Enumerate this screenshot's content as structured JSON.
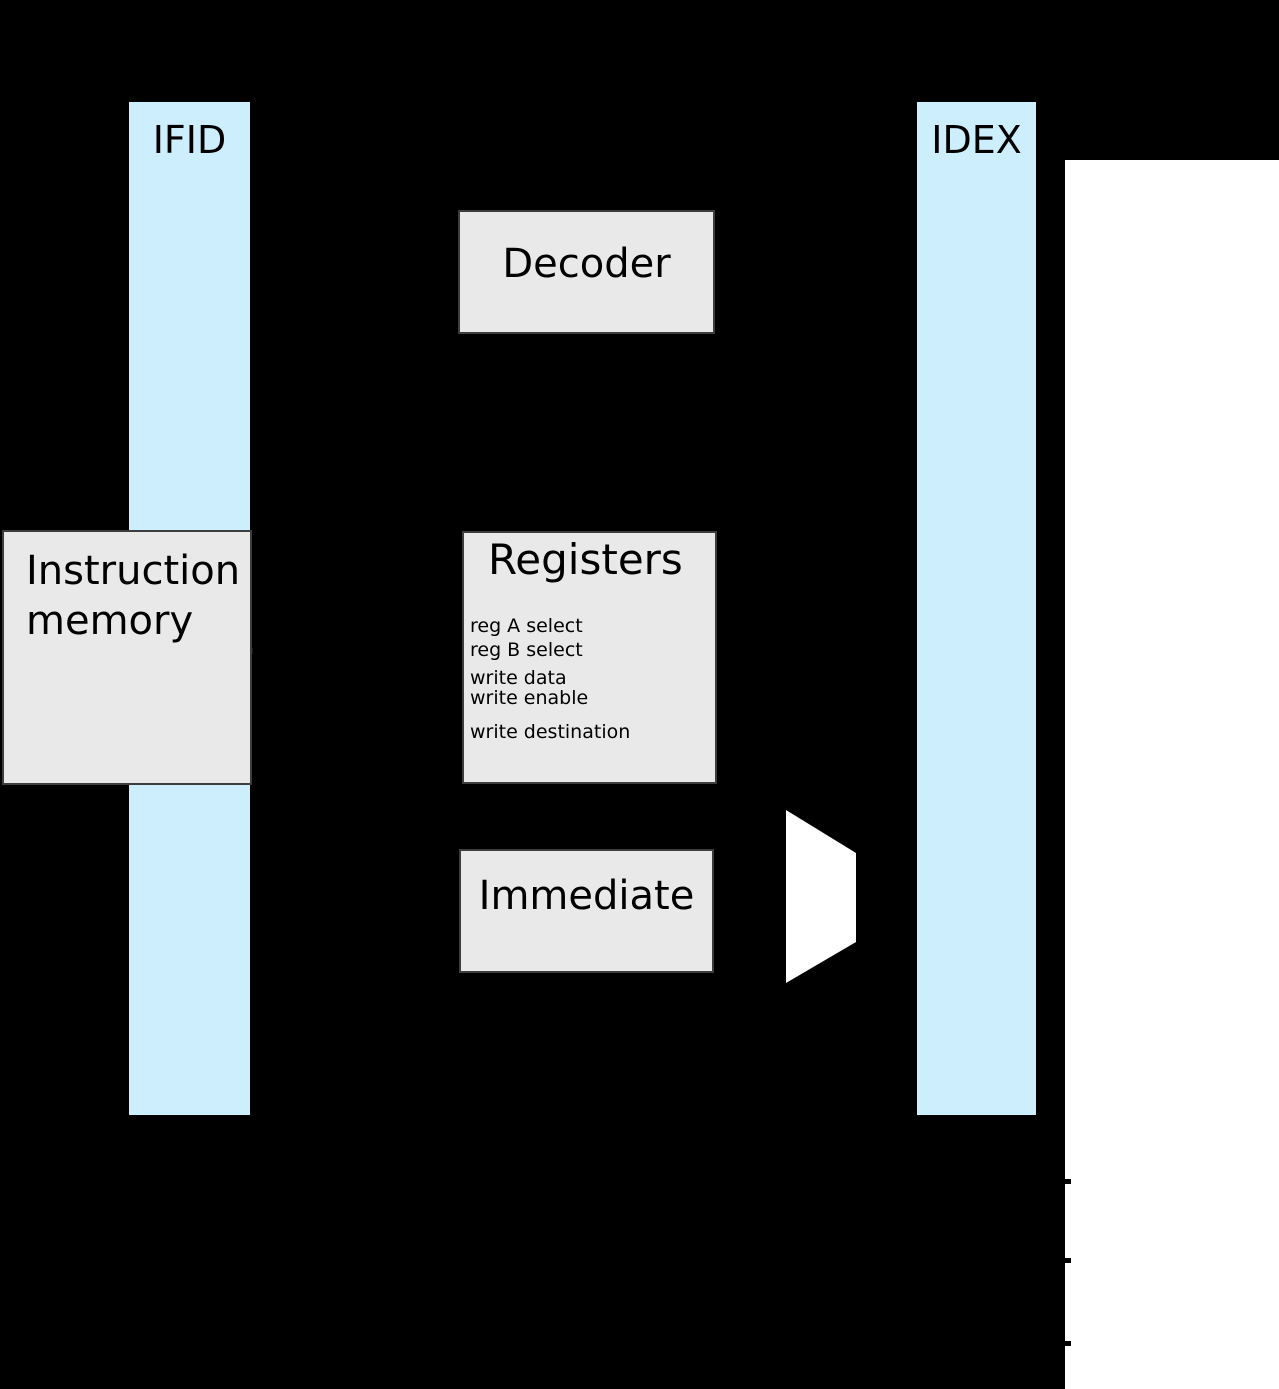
{
  "colors": {
    "background": "#000000",
    "panel_background": "#ffffff",
    "pipeline_register_fill": "#cdeefc",
    "pipeline_register_border": "#000000",
    "block_fill": "#e9e9e9",
    "block_border": "#3d3d3d",
    "mux_fill": "#ffffff",
    "text": "#000000"
  },
  "diagram": {
    "pipeline_registers": [
      {
        "label": "IFID"
      },
      {
        "label": "IDEX"
      }
    ],
    "blocks": {
      "decoder": {
        "label": "Decoder"
      },
      "instruction_memory": {
        "label": "Instruction memory"
      },
      "registers": {
        "label": "Registers",
        "ports": [
          {
            "label": "reg A select"
          },
          {
            "label": "reg B select"
          },
          {
            "label": "write data"
          },
          {
            "label": "write enable"
          },
          {
            "label": "write destination"
          }
        ]
      },
      "immediate": {
        "label": "Immediate"
      }
    },
    "mux": {
      "type": "multiplexer"
    }
  }
}
